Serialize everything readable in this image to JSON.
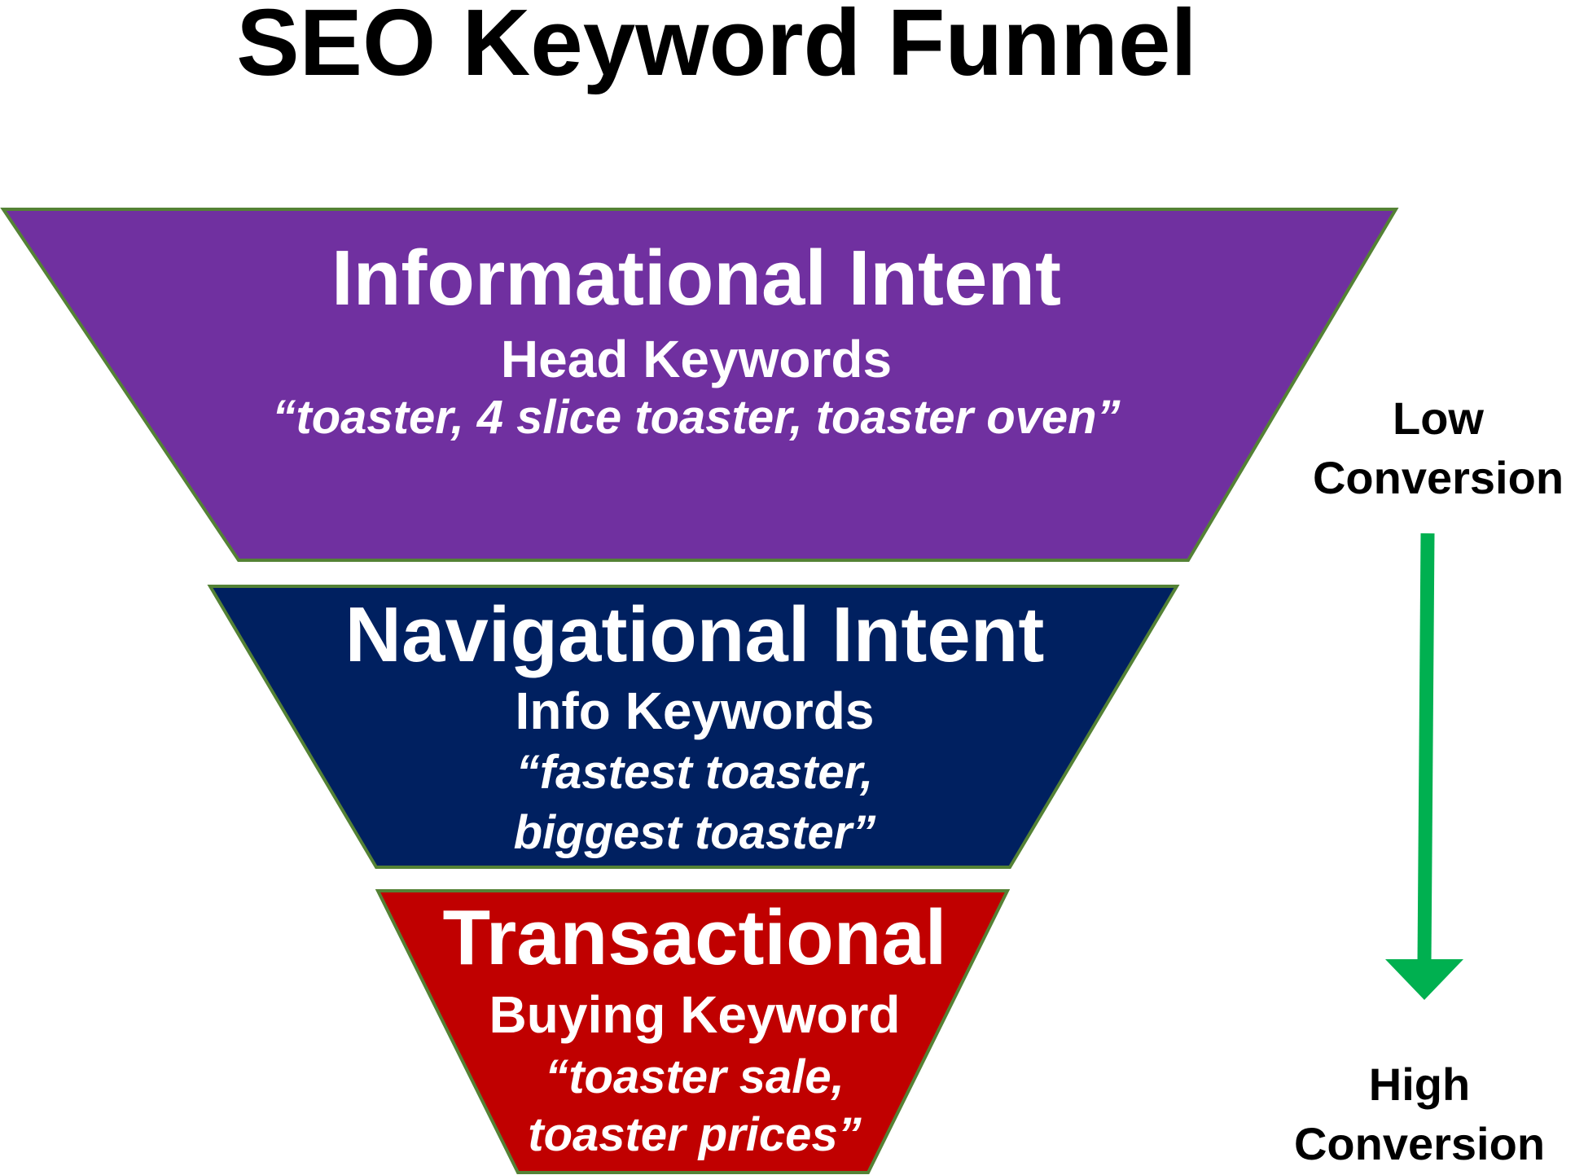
{
  "title": "SEO Keyword Funnel",
  "colors": {
    "informational": "#7030a0",
    "navigational": "#002060",
    "transactional": "#c00000",
    "outline": "#548235",
    "arrow": "#00b050",
    "text_light": "#ffffff",
    "text_dark": "#000000"
  },
  "stages": [
    {
      "heading": "Informational Intent",
      "subheading": "Head Keywords",
      "examples": [
        "“toaster, 4 slice toaster, toaster oven”"
      ]
    },
    {
      "heading": "Navigational Intent",
      "subheading": "Info Keywords",
      "examples": [
        "“fastest toaster,",
        "biggest toaster”"
      ]
    },
    {
      "heading": "Transactional",
      "subheading": "Buying Keyword",
      "examples": [
        "“toaster sale,",
        "toaster prices”"
      ]
    }
  ],
  "conversion": {
    "top": [
      "Low",
      "Conversion"
    ],
    "bottom": [
      "High",
      "Conversion"
    ]
  }
}
